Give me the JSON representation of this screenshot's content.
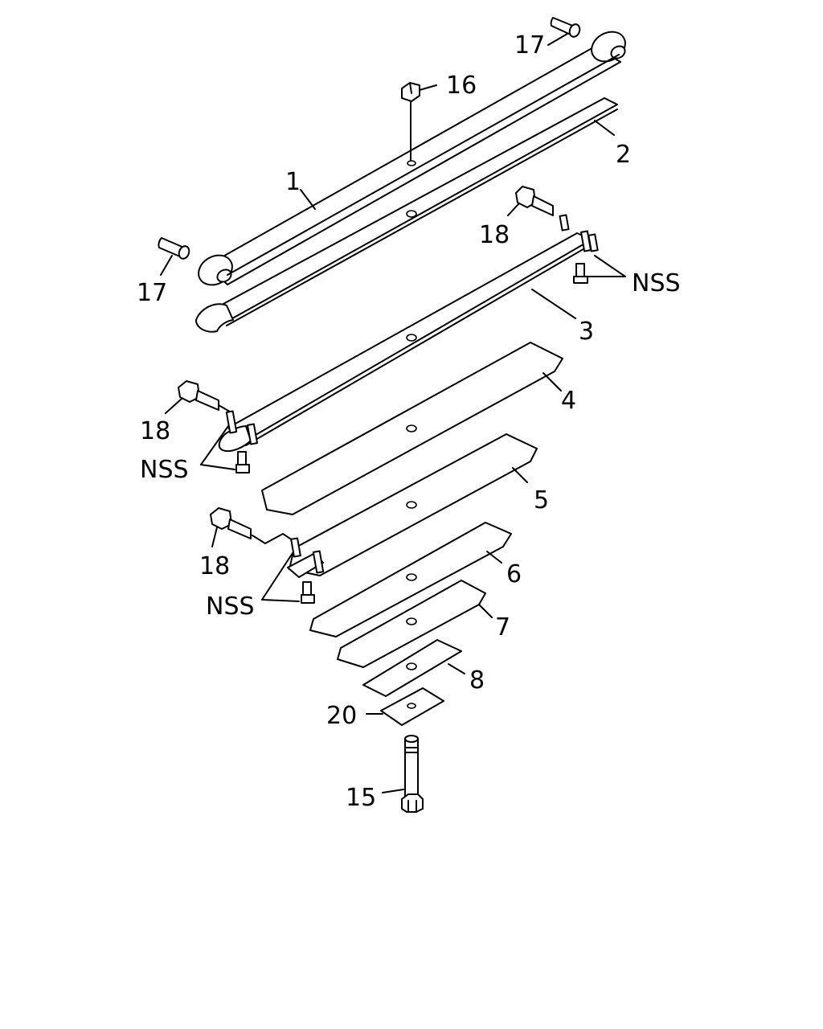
{
  "diagram": {
    "colors": {
      "line": "#000000",
      "background": "#ffffff"
    },
    "callouts": {
      "c1": "1",
      "c2": "2",
      "c3": "3",
      "c4": "4",
      "c5": "5",
      "c6": "6",
      "c7": "7",
      "c8": "8",
      "c15": "15",
      "c16": "16",
      "c17_top": "17",
      "c17_left": "17",
      "c18_top": "18",
      "c18_mid": "18",
      "c18_low": "18",
      "c20": "20",
      "nss_top": "NSS",
      "nss_mid": "NSS",
      "nss_low": "NSS"
    }
  }
}
